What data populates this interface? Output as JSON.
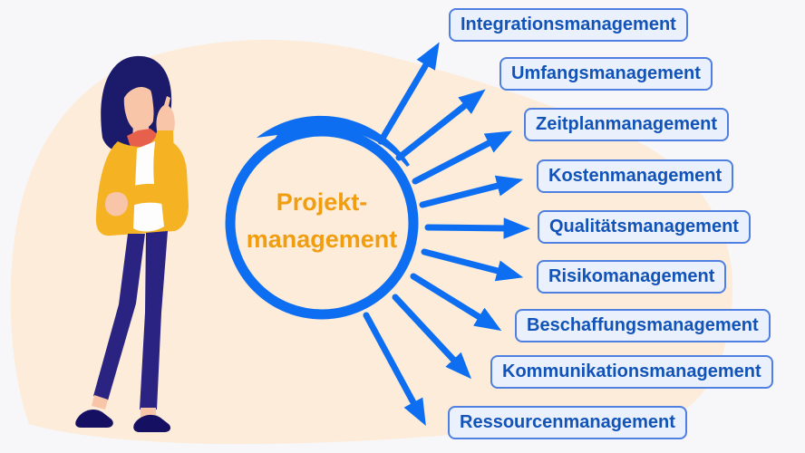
{
  "diagram": {
    "center": {
      "line1": "Projekt-",
      "line2": "management"
    },
    "labels": {
      "items": [
        {
          "text": "Integrationsmanagement"
        },
        {
          "text": "Umfangsmanagement"
        },
        {
          "text": "Zeitplanmanagement"
        },
        {
          "text": "Kostenmanagement"
        },
        {
          "text": "Qualitätsmanagement"
        },
        {
          "text": "Risikomanagement"
        },
        {
          "text": "Beschaffungsmanagement"
        },
        {
          "text": "Kommunikationsmanagement"
        },
        {
          "text": "Ressourcenmanagement"
        }
      ]
    },
    "illustration": "thinking-woman-illustration",
    "colors": {
      "accent_blue": "#0e6ef2",
      "label_background": "#eaf0fc",
      "label_border": "#4f7fe0",
      "label_text": "#1253b8",
      "center_text_orange": "#f09d10",
      "blob_peach": "#fcecd9",
      "page_background": "#f7f7fa"
    }
  }
}
